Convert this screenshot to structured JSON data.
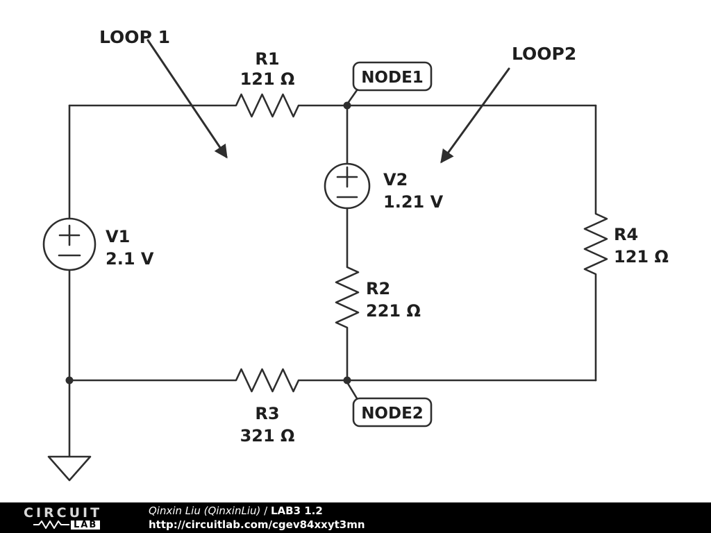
{
  "circuit": {
    "v1": {
      "label": "V1",
      "value": "2.1 V"
    },
    "v2": {
      "label": "V2",
      "value": "1.21 V"
    },
    "r1": {
      "label": "R1",
      "value": "121 Ω"
    },
    "r2": {
      "label": "R2",
      "value": "221 Ω"
    },
    "r3": {
      "label": "R3",
      "value": "321 Ω"
    },
    "r4": {
      "label": "R4",
      "value": "121 Ω"
    },
    "loop1": "LOOP 1",
    "loop2": "LOOP2",
    "node1": "NODE1",
    "node2": "NODE2"
  },
  "footer": {
    "logo_top": "CIRCUIT",
    "logo_lab": "LAB",
    "author": "Qinxin Liu (QinxinLiu)",
    "separator": " / ",
    "title": "LAB3 1.2",
    "url": "http://circuitlab.com/cgev84xxyt3mn"
  },
  "colors": {
    "stroke": "#2e2e2e",
    "text": "#1e1e1e",
    "footer_bg": "#000000",
    "footer_text": "#ffffff"
  }
}
